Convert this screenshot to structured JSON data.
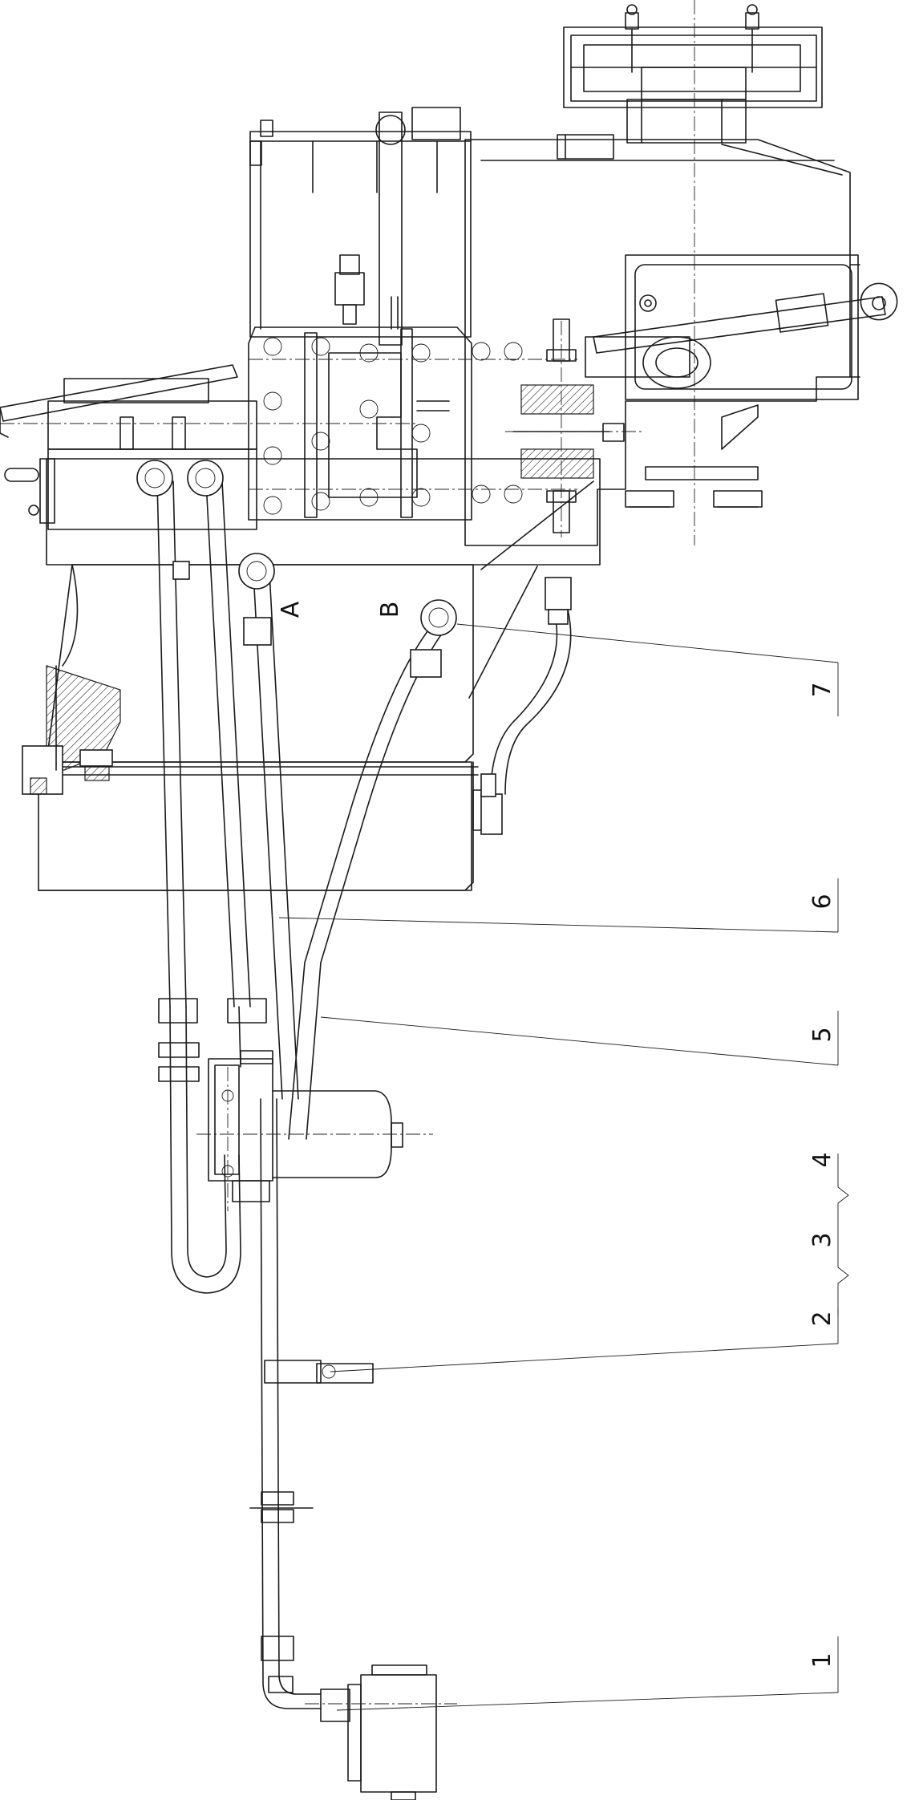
{
  "ports": {
    "a": "A",
    "b": "B"
  },
  "callouts": [
    {
      "label": "7"
    },
    {
      "label": "6"
    },
    {
      "label": "5"
    },
    {
      "label": "4"
    },
    {
      "label": "3"
    },
    {
      "label": "2"
    },
    {
      "label": "1"
    }
  ]
}
